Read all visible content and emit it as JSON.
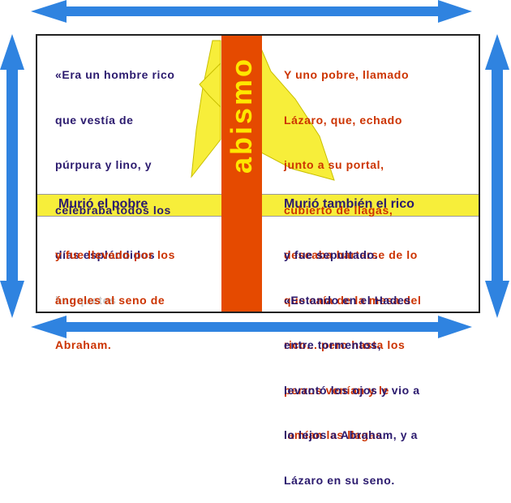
{
  "colors": {
    "arrow_blue": "#2f83e0",
    "band_yellow": "#f7ee3a",
    "column_orange": "#e54a00",
    "abismo_text_yellow": "#ffe600",
    "text_dark": "#2b1a6e",
    "text_red": "#cc3300"
  },
  "center_label": "abismo",
  "top_left": {
    "lines": [
      "«Era un hombre rico",
      "que vestía de",
      "púrpura y lino, y",
      "celebraba todos los",
      "días espléndidos"
    ],
    "faded_line": "banquetes"
  },
  "top_right": {
    "lines": [
      "Y uno pobre, llamado",
      "Lázaro, que, echado",
      "junto a su portal,",
      "cubierto de llagas,",
      "deseaba hartarse de lo",
      "que caía de la mesa del",
      "rico... pero hasta los",
      "perros venían y le",
      "lamían las llagas."
    ]
  },
  "band": {
    "left_label": "Murió el pobre",
    "right_label": "Murió también el rico"
  },
  "bottom_left": {
    "lines": [
      "y fue llevado por los",
      "ángeles al seno de",
      "Abraham."
    ]
  },
  "bottom_right": {
    "lines": [
      "y fue sepultado.",
      "«Estando en el Hades",
      "entre tormentos,",
      "levantó los ojos y vio a",
      "lo lejos a Abraham, y a",
      "Lázaro en su seno."
    ]
  }
}
